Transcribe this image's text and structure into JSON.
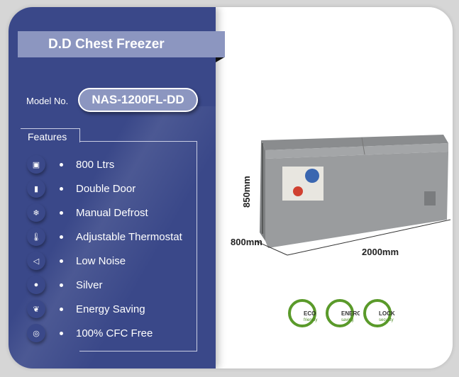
{
  "title": "D.D Chest Freezer",
  "model": {
    "label": "Model No.",
    "value": "NAS-1200FL-DD"
  },
  "features": {
    "label": "Features",
    "items": [
      {
        "icon": "capacity-icon",
        "glyph": "▣",
        "text": "800 Ltrs"
      },
      {
        "icon": "door-icon",
        "glyph": "▮",
        "text": "Double Door"
      },
      {
        "icon": "snowflake-icon",
        "glyph": "❄",
        "text": "Manual Defrost"
      },
      {
        "icon": "thermometer-icon",
        "glyph": "🌡",
        "text": "Adjustable Thermostat"
      },
      {
        "icon": "speaker-icon",
        "glyph": "◁",
        "text": "Low Noise"
      },
      {
        "icon": "palette-icon",
        "glyph": "●",
        "text": "Silver"
      },
      {
        "icon": "leaf-icon",
        "glyph": "❦",
        "text": "Energy Saving"
      },
      {
        "icon": "cfc-free-icon",
        "glyph": "◎",
        "text": "100% CFC Free"
      }
    ]
  },
  "dimensions": {
    "height": "850mm",
    "depth": "800mm",
    "width": "2000mm"
  },
  "badges": [
    {
      "name": "eco-friendly",
      "line1": "ECO",
      "line2": "friendly"
    },
    {
      "name": "energy-saving",
      "line1": "ENERGY",
      "line2": "saving"
    },
    {
      "name": "lock-security",
      "line1": "LOCK",
      "line2": "security"
    }
  ],
  "colors": {
    "panel": "#3a4889",
    "accent": "#8c96c0",
    "badge_green": "#5a9a2a",
    "freezer": "#9a9c9e"
  }
}
